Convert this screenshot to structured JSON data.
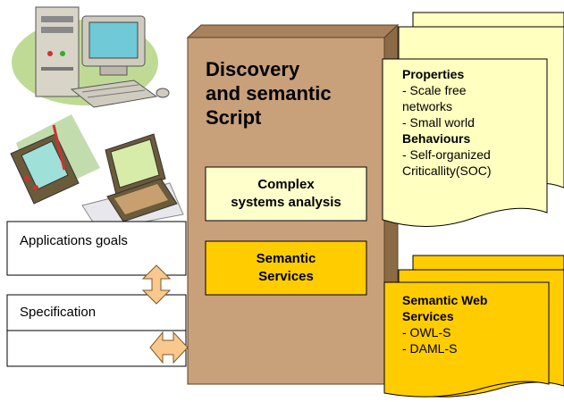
{
  "left": {
    "box_applications": "Applications goals",
    "box_specification": "Specification"
  },
  "center": {
    "title": [
      "Discovery",
      "and semantic",
      "Script"
    ],
    "complex_box": [
      "Complex",
      "systems analysis"
    ],
    "semantic_box": [
      "Semantic",
      "Services"
    ]
  },
  "right_top": {
    "properties_heading": "Properties",
    "properties_items": [
      "- Scale free",
      "networks",
      "- Small world"
    ],
    "behaviours_heading": "Behaviours",
    "behaviours_items": [
      "- Self-organized",
      "Criticallity(SOC)"
    ]
  },
  "right_bottom": {
    "heading": [
      "Semantic Web",
      "Services"
    ],
    "items": [
      "- OWL-S",
      "- DAML-S"
    ]
  },
  "colors": {
    "tan_box": "#C8A07A",
    "tan_dark": "#8B6B46",
    "cream": "#FFFFCC",
    "gold": "#FFCC00",
    "arrow_fill": "#F9C88D",
    "paper_yellow": "#FFFFC0",
    "paper_gold": "#FFCC00"
  },
  "icons": [
    "desktop-computer-icon",
    "tablet-pen-icon",
    "laptop-icon"
  ]
}
